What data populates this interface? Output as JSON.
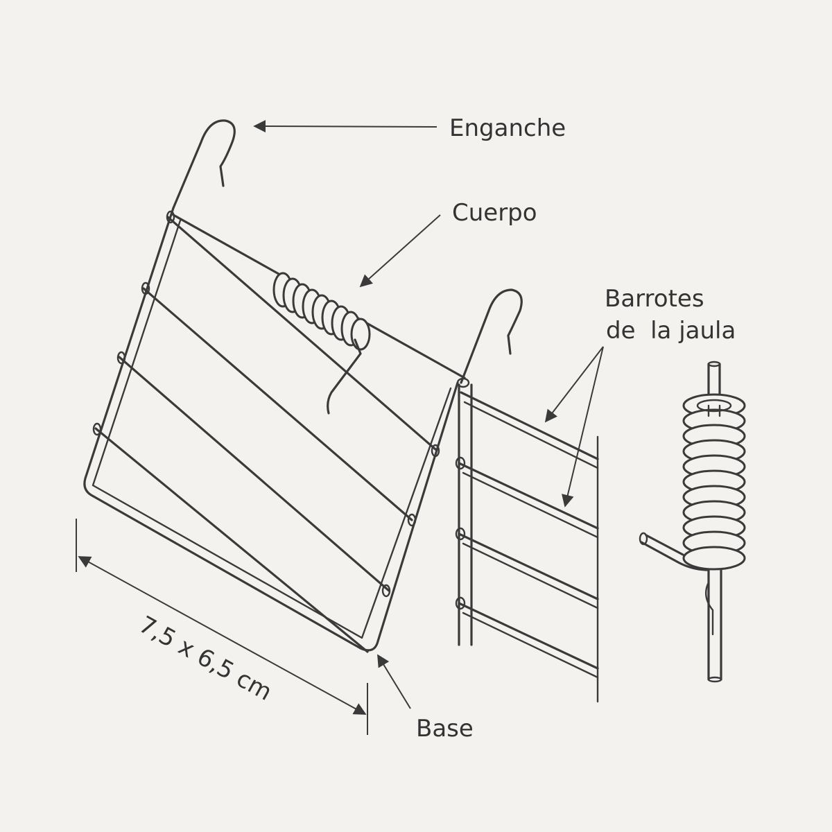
{
  "labels": {
    "hook": "Enganche",
    "body": "Cuerpo",
    "bars_line1": "Barrotes",
    "bars_line2": "de  la jaula",
    "dimension": "7,5 x 6,5 cm",
    "base": "Base"
  },
  "colors": {
    "background": "#f3f2ee",
    "line": "#3a3a3a",
    "text": "#333333"
  }
}
